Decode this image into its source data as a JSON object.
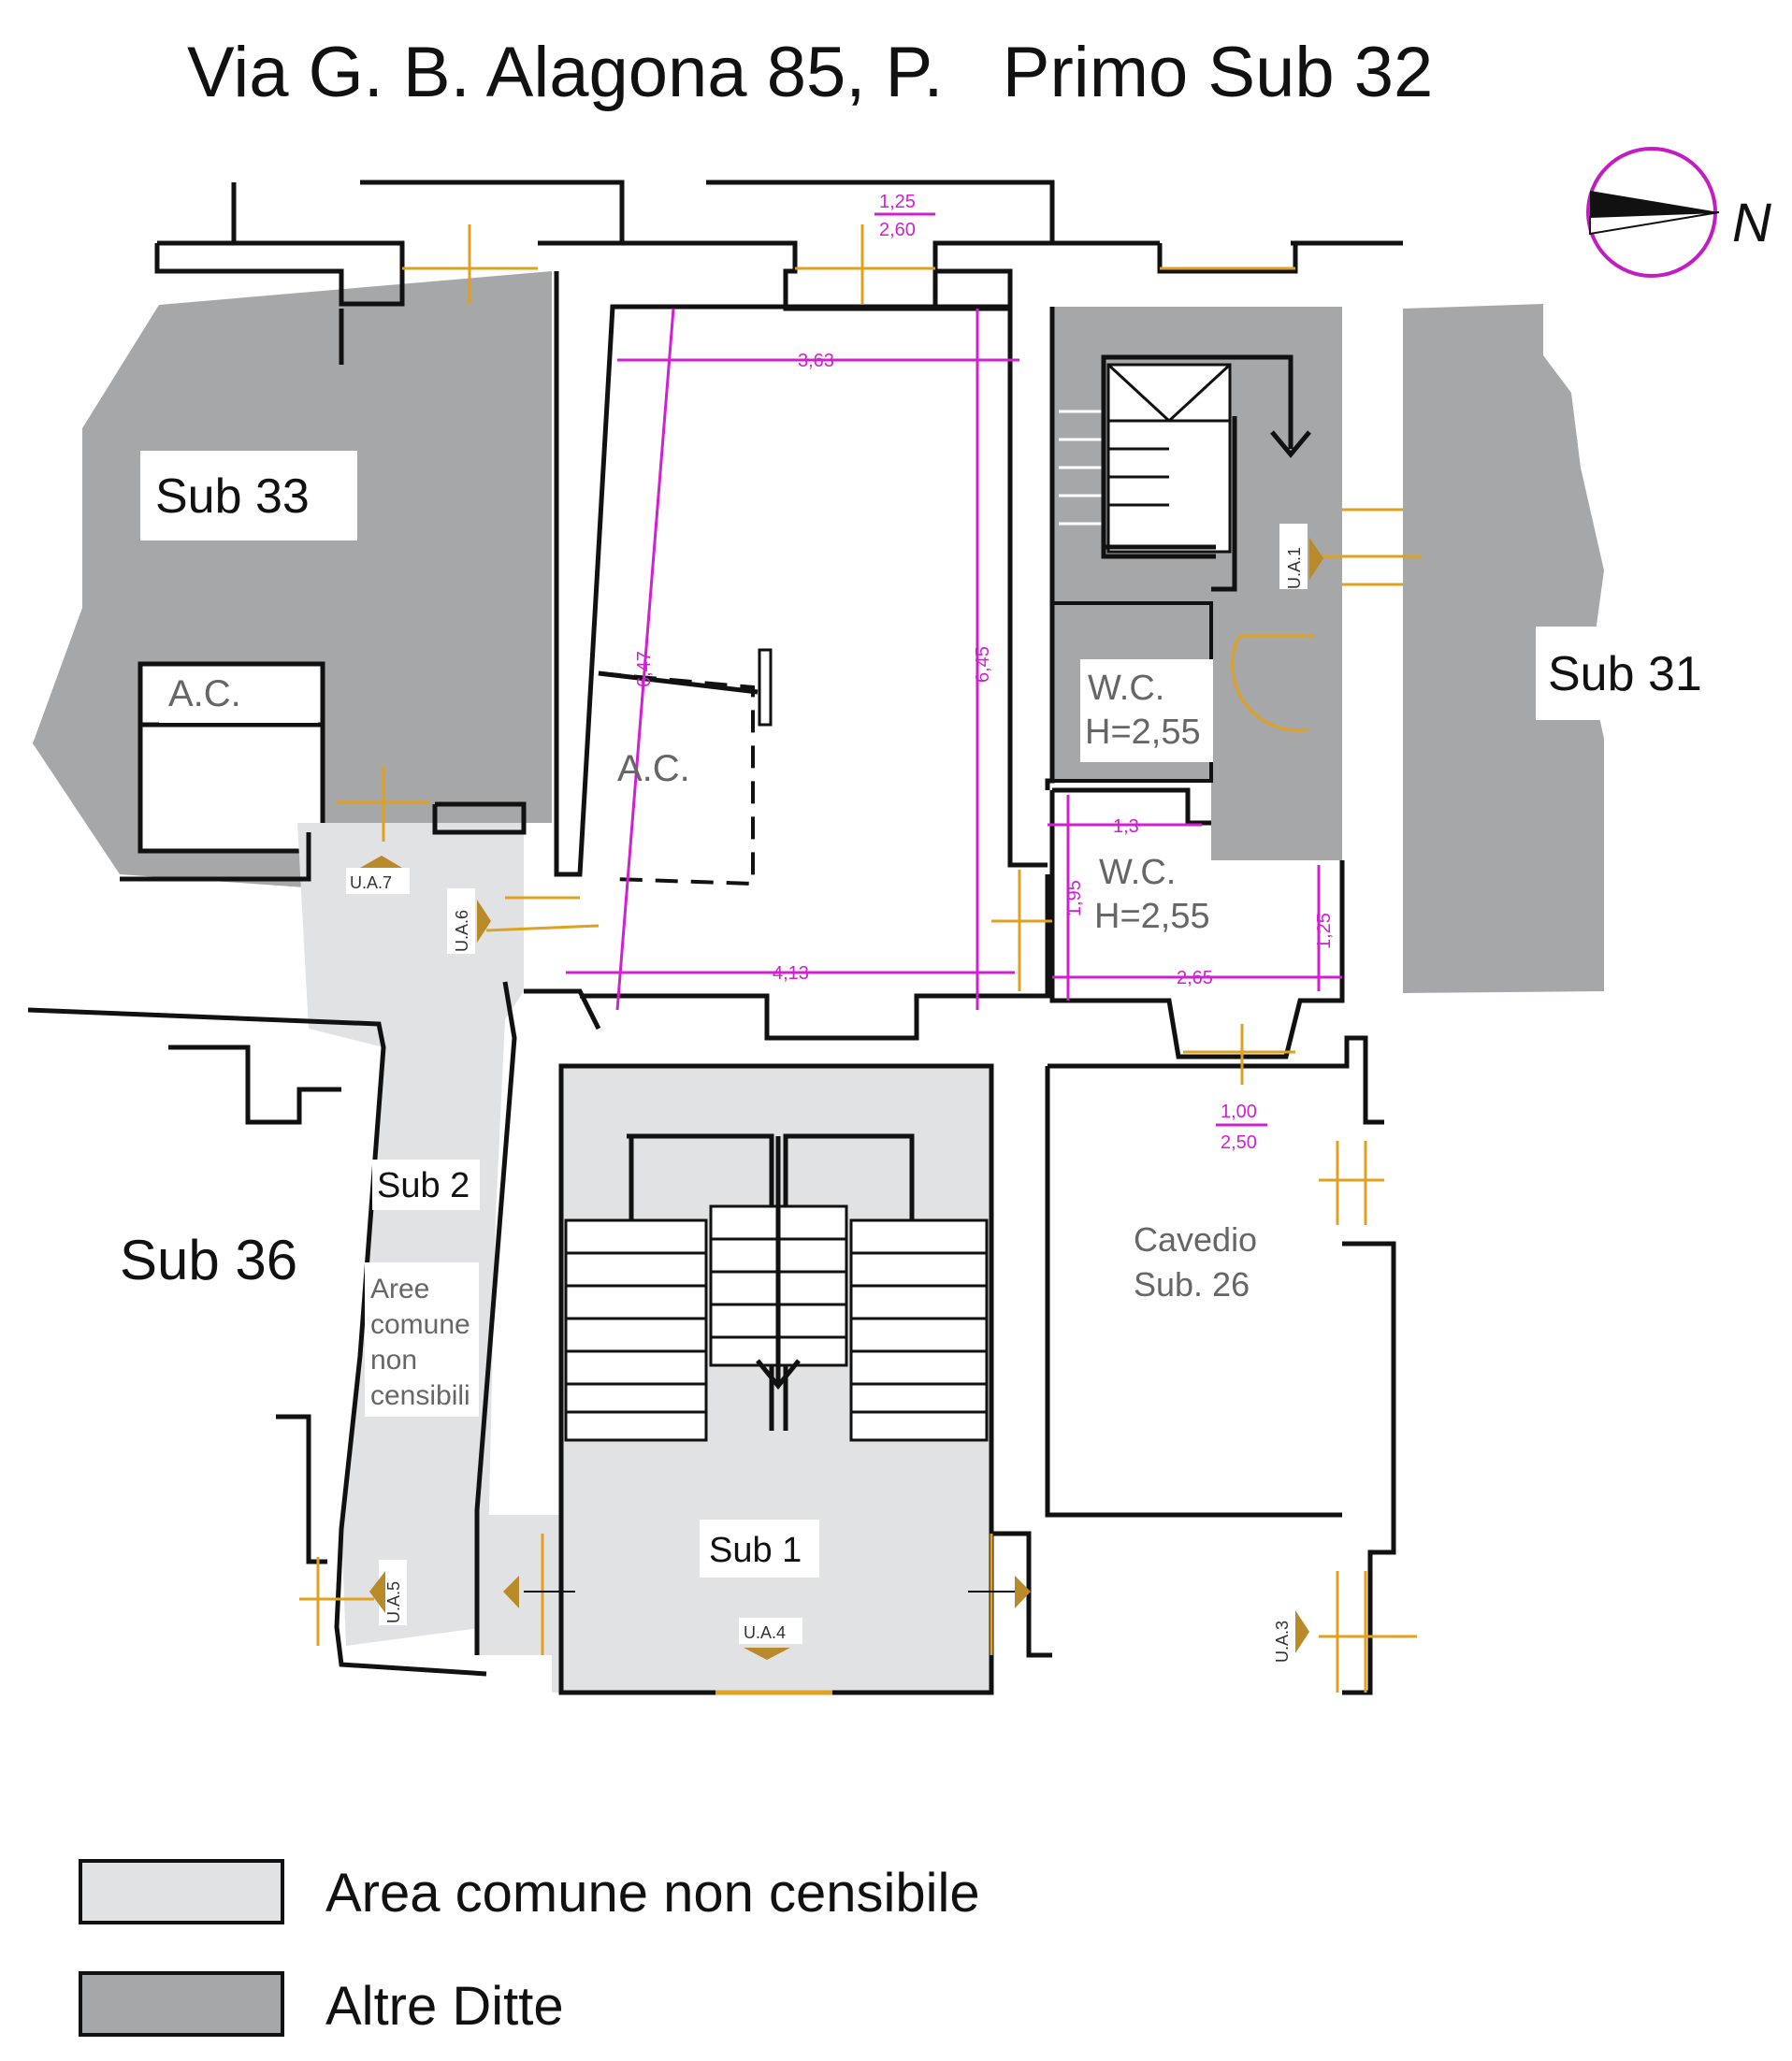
{
  "title": "Via G. B. Alagona 85, P.   Primo Sub 32",
  "north_label": "N",
  "colors": {
    "common_area": "#e0e2e3",
    "other_owners": "#a6a7a8",
    "dimension": "#d020d0",
    "door": "#e0a020",
    "wall": "#111111"
  },
  "rooms": {
    "sub33": "Sub 33",
    "sub31": "Sub 31",
    "sub36": "Sub 36",
    "sub2": "Sub 2",
    "sub1": "Sub 1",
    "ac_left": "A.C.",
    "ac_center": "A.C.",
    "wc_upper_1": "W.C.",
    "wc_upper_2": "H=2,55",
    "wc_lower_1": "W.C.",
    "wc_lower_2": "H=2,55",
    "cavedio_1": "Cavedio",
    "cavedio_2": "Sub. 26",
    "aree_1": "Aree",
    "aree_2": "comune",
    "aree_3": "non",
    "aree_4": "censibili"
  },
  "dimensions": {
    "top_width": "1,25",
    "top_height": "2,60",
    "room_width_top": "3,63",
    "room_width_bottom": "4,13",
    "room_depth_left": "6,47",
    "room_depth_right": "6,45",
    "wc_width_top": "1,3",
    "wc_depth": "1,95",
    "wc_right": "1,25",
    "wc_width_bottom": "2,65",
    "lower_door_width": "1,00",
    "lower_door_height": "2,50"
  },
  "access_markers": {
    "ua1": "U.A.1",
    "ua3": "U.A.3",
    "ua4": "U.A.4",
    "ua5": "U.A.5",
    "ua6": "U.A.6",
    "ua7": "U.A.7"
  },
  "legend": [
    {
      "label": "Area comune non censibile",
      "color": "#e0e2e3"
    },
    {
      "label": "Altre Ditte",
      "color": "#a6a7a8"
    }
  ]
}
